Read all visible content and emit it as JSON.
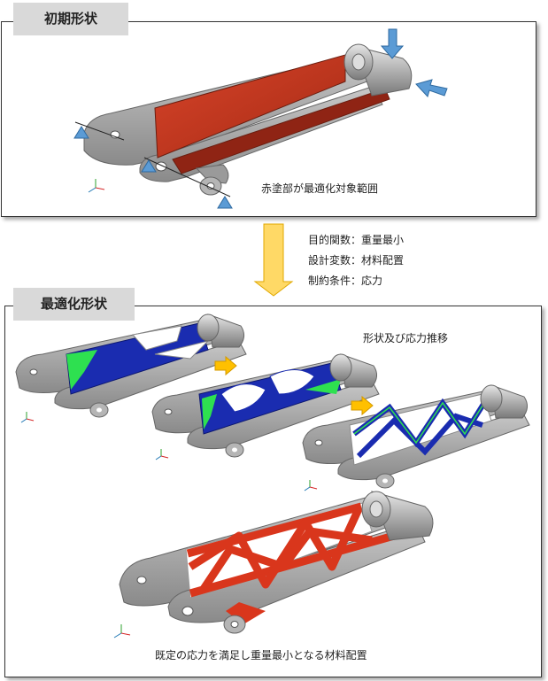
{
  "initial_label": "初期形状",
  "initial_caption": "赤塗部が最適化対象範囲",
  "problem": {
    "objective": "目的関数：重量最小",
    "variables": "設計変数：材料配置",
    "constraints": "制約条件：応力"
  },
  "optimized_label": "最適化形状",
  "transition_caption": "形状及び応力推移",
  "final_caption": "既定の応力を満足し重量最小となる材料配置",
  "colors": {
    "design_region": "#c23a22",
    "arrow_load": "#5b9bd5",
    "arrow_flow": "#ffc000",
    "stress_low": "#1a2cb0",
    "stress_high": "#2ee050"
  }
}
